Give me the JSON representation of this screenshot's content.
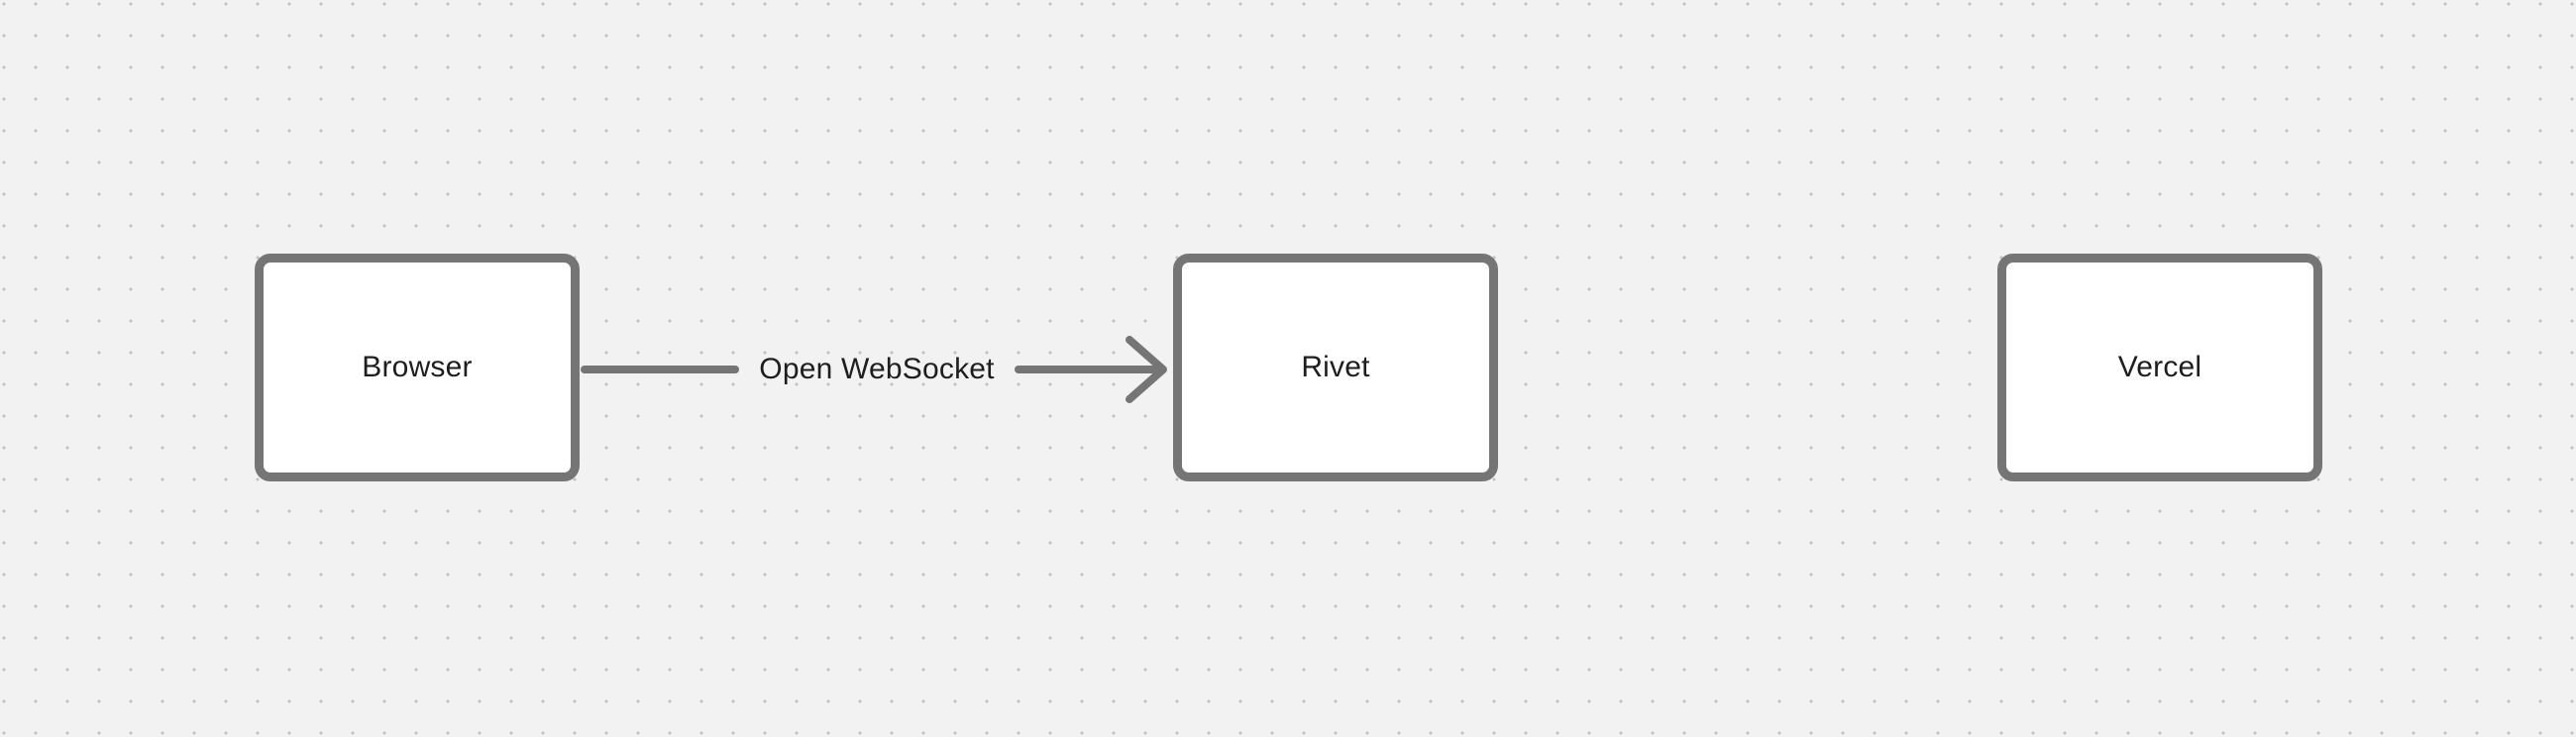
{
  "canvas": {
    "background": "#f2f2f2",
    "dot_color": "#c4c4c4"
  },
  "diagram": {
    "colors": {
      "node_fill": "#ffffff",
      "stroke": "#757575",
      "text": "#1e1e1e"
    },
    "nodes": [
      {
        "id": "browser",
        "label": "Browser"
      },
      {
        "id": "rivet",
        "label": "Rivet"
      },
      {
        "id": "vercel",
        "label": "Vercel"
      }
    ],
    "edges": [
      {
        "from": "browser",
        "to": "rivet",
        "label": "Open WebSocket",
        "type": "arrow-right"
      }
    ]
  }
}
